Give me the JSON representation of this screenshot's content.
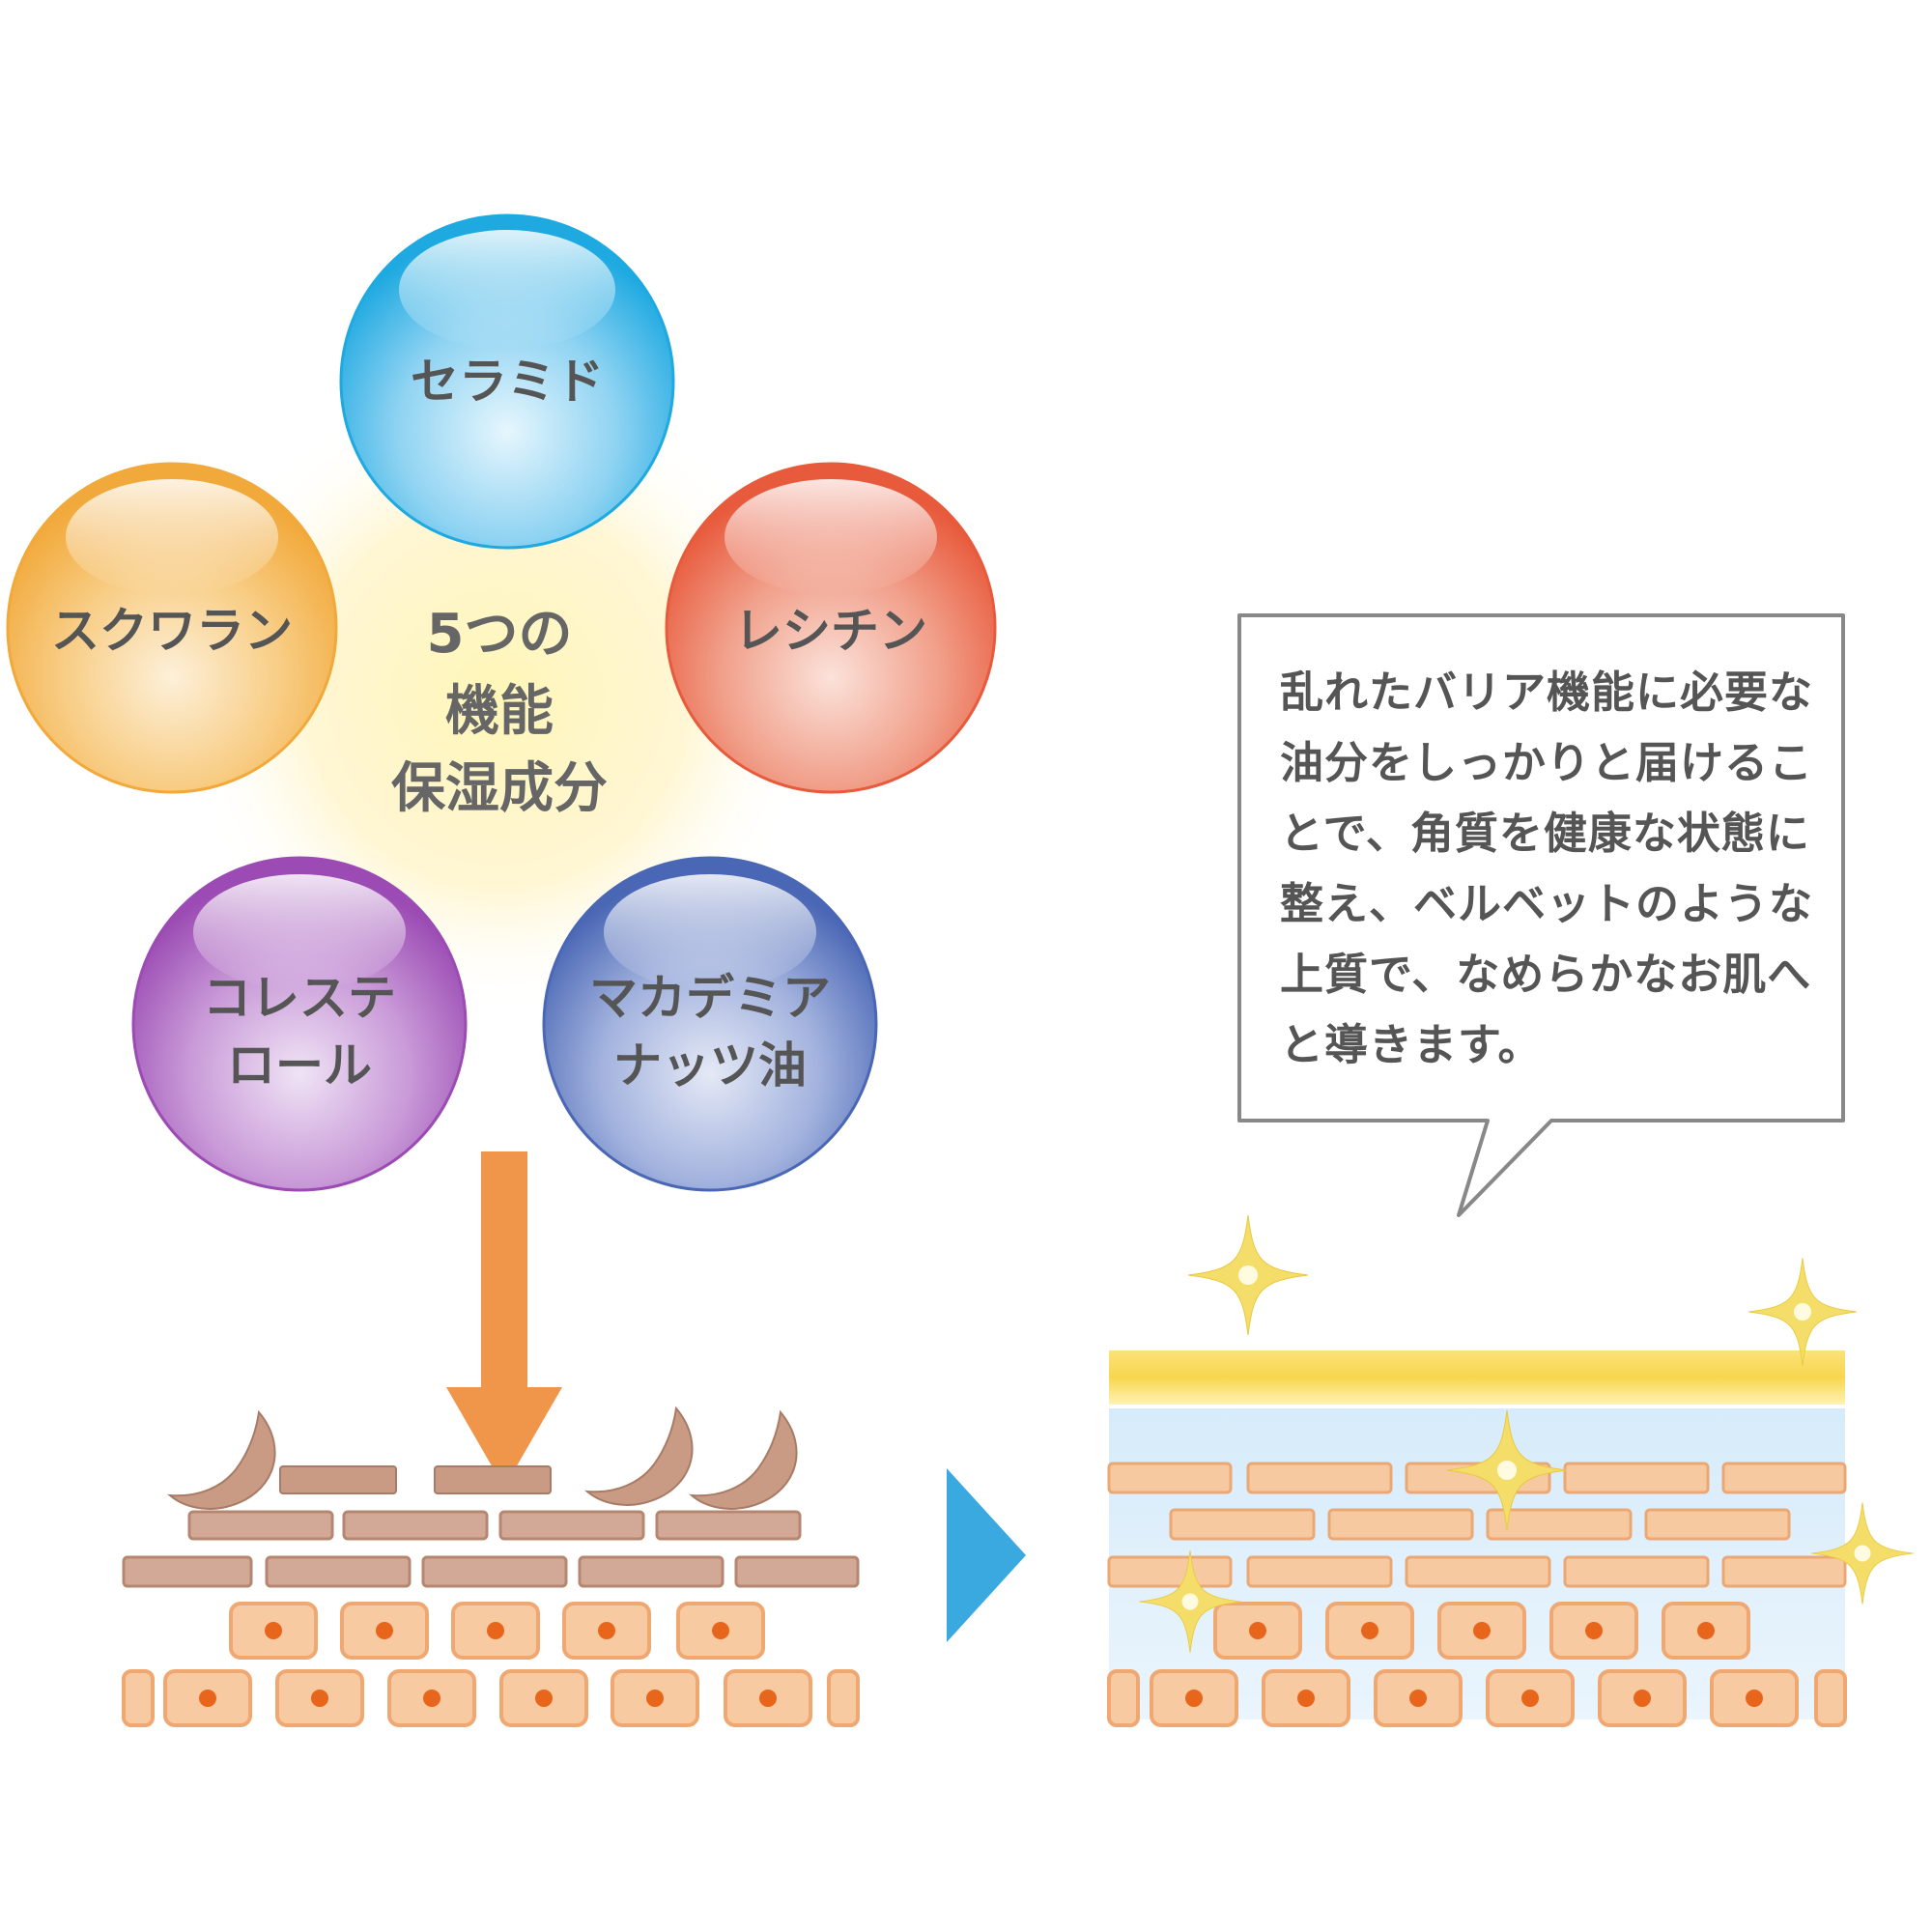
{
  "ingredients": {
    "ceramide": "セラミド",
    "squalane_lines": [
      "スクワラン"
    ],
    "lecithin_lines": [
      "レシチン"
    ],
    "cholesterol_lines": [
      "コレステ",
      "ロール"
    ],
    "macadamia_lines": [
      "マカデミア",
      "ナッツ油"
    ]
  },
  "center_label": [
    "5つの",
    "機能",
    "保湿成分"
  ],
  "speech_bubble": {
    "text": "乱れたバリア機能に必要な油分をしっかりと届けることで、角質を健康な状態に整え、ベルベットのような上質で、なめらかなお肌へと導きます。"
  },
  "colors": {
    "ceramide": "#1ea9e1",
    "squalane": "#f2a93b",
    "lecithin": "#e85a3c",
    "cholesterol": "#9b4bb3",
    "macadamia": "#4a67b5",
    "arrow_down": "#f0964a",
    "arrow_right": "#39a9e0",
    "brick_damaged": "#c99a84",
    "brick_healthy": "#f7c9a0",
    "cell_nucleus": "#e8661c",
    "sparkle": "#f5dd6a",
    "barrier_gold": "#f8d64e"
  }
}
